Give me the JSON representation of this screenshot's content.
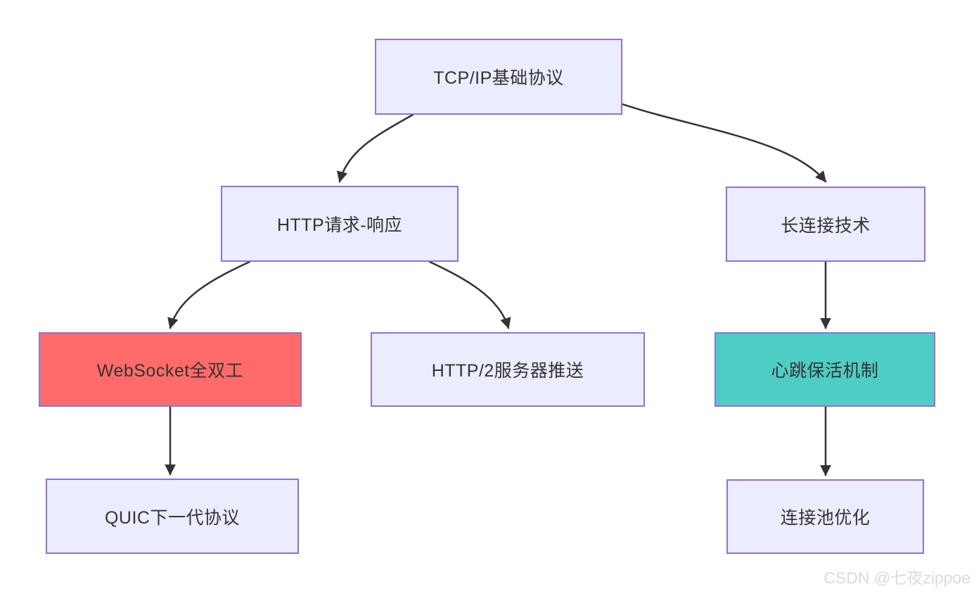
{
  "diagram": {
    "title": "TCP/IP protocol flowchart",
    "nodes": [
      {
        "id": "tcp",
        "label": "TCP/IP基础协议",
        "fill": "#ECECFF",
        "border": "#9370DB",
        "text_color": "#333333"
      },
      {
        "id": "http",
        "label": "HTTP请求-响应",
        "fill": "#ECECFF",
        "border": "#9370DB",
        "text_color": "#333333"
      },
      {
        "id": "longconn",
        "label": "长连接技术",
        "fill": "#ECECFF",
        "border": "#9370DB",
        "text_color": "#333333"
      },
      {
        "id": "websocket",
        "label": "WebSocket全双工",
        "fill": "#FF6B6B",
        "border": "#9370DB",
        "text_color": "#333333"
      },
      {
        "id": "http2",
        "label": "HTTP/2服务器推送",
        "fill": "#ECECFF",
        "border": "#9370DB",
        "text_color": "#333333"
      },
      {
        "id": "heartbeat",
        "label": "心跳保活机制",
        "fill": "#4ECDC4",
        "border": "#9370DB",
        "text_color": "#333333"
      },
      {
        "id": "quic",
        "label": "QUIC下一代协议",
        "fill": "#ECECFF",
        "border": "#9370DB",
        "text_color": "#333333"
      },
      {
        "id": "pool",
        "label": "连接池优化",
        "fill": "#ECECFF",
        "border": "#9370DB",
        "text_color": "#333333"
      }
    ],
    "edges": [
      {
        "from": "tcp",
        "to": "http"
      },
      {
        "from": "tcp",
        "to": "longconn"
      },
      {
        "from": "http",
        "to": "websocket"
      },
      {
        "from": "http",
        "to": "http2"
      },
      {
        "from": "websocket",
        "to": "quic"
      },
      {
        "from": "longconn",
        "to": "heartbeat"
      },
      {
        "from": "heartbeat",
        "to": "pool"
      }
    ],
    "edge_color": "#333333"
  },
  "watermark": {
    "text": "CSDN @七夜zippoe",
    "color": "#DBDBDB"
  },
  "canvas": {
    "background": "#FFFFFF"
  }
}
